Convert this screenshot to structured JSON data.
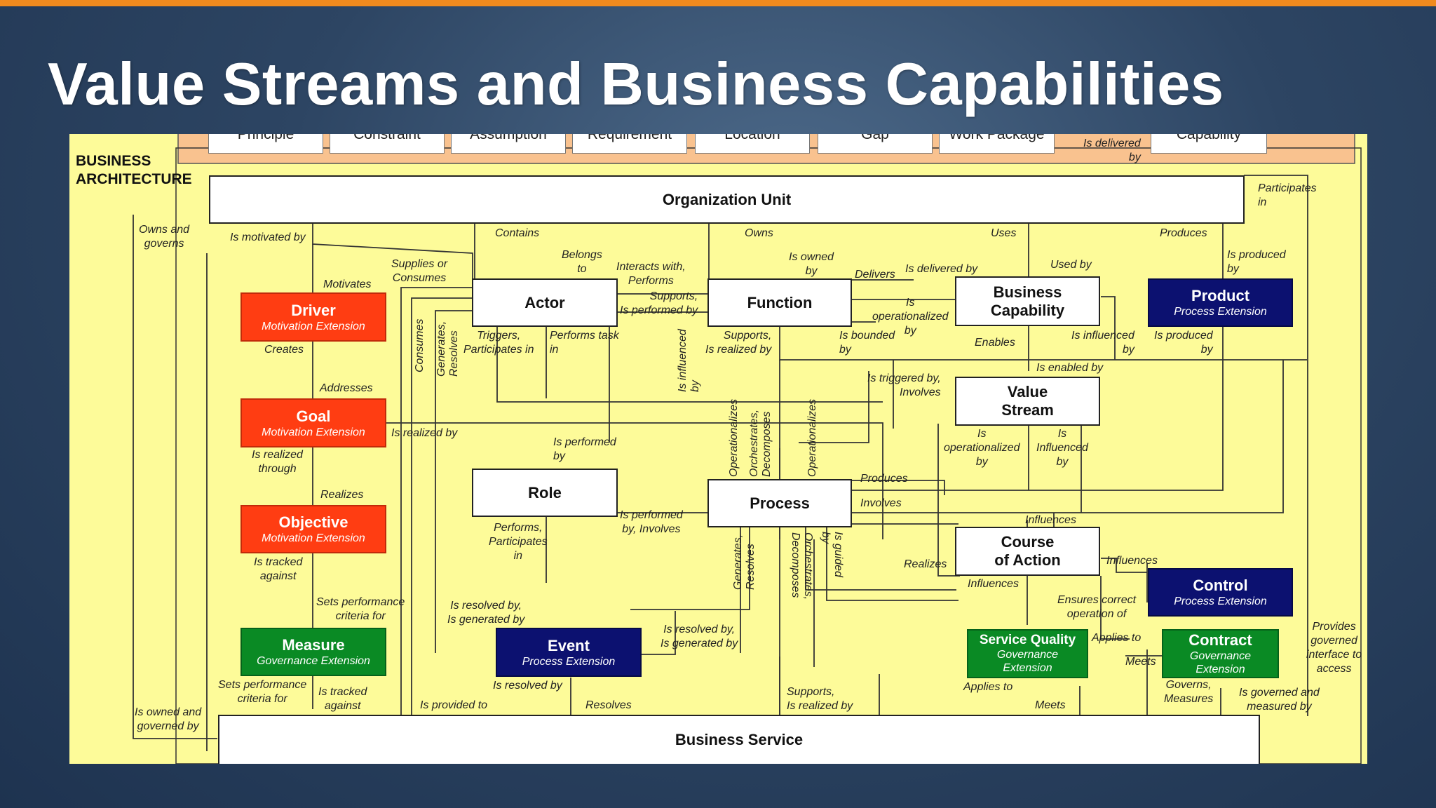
{
  "slide": {
    "title": "Value Streams and Business Capabilities",
    "accent_color": "#f08a1e",
    "title_color": "#ffffff"
  },
  "diagram": {
    "section_label": "BUSINESS\nARCHITECTURE",
    "top_row": [
      "Principle",
      "Constraint",
      "Assumption",
      "Requirement",
      "Location",
      "Gap",
      "Work Package",
      "Capability"
    ],
    "top_row_label": "Is delivered\nby",
    "boxes": {
      "org_unit": "Organization Unit",
      "business_service": "Business Service",
      "actor": "Actor",
      "function": "Function",
      "business_capability": "Business\nCapability",
      "product": {
        "name": "Product",
        "ext": "Process Extension"
      },
      "driver": {
        "name": "Driver",
        "ext": "Motivation Extension"
      },
      "goal": {
        "name": "Goal",
        "ext": "Motivation Extension"
      },
      "objective": {
        "name": "Objective",
        "ext": "Motivation Extension"
      },
      "measure": {
        "name": "Measure",
        "ext": "Governance Extension"
      },
      "role": "Role",
      "process": "Process",
      "value_stream": "Value\nStream",
      "course_of_action": "Course\nof Action",
      "event": {
        "name": "Event",
        "ext": "Process Extension"
      },
      "control": {
        "name": "Control",
        "ext": "Process Extension"
      },
      "service_quality": {
        "name": "Service Quality",
        "ext": "Governance\nExtension"
      },
      "contract": {
        "name": "Contract",
        "ext": "Governance\nExtension"
      }
    },
    "labels": {
      "participates_in": "Participates\nin",
      "owns_and_governs": "Owns and\ngoverns",
      "is_motivated_by": "Is motivated by",
      "contains": "Contains",
      "owns": "Owns",
      "uses": "Uses",
      "produces_top": "Produces",
      "belongs_to": "Belongs\nto",
      "supplies_or_consumes": "Supplies or\nConsumes",
      "interacts_with": "Interacts with,\nPerforms",
      "is_owned_by": "Is owned\nby",
      "delivers": "Delivers",
      "is_delivered_by": "Is delivered by",
      "used_by": "Used by",
      "is_produced_by_top": "Is produced\nby",
      "motivates": "Motivates",
      "supports_performed": "Supports,\nIs performed by",
      "is_operationalized_by": "Is\noperationalized\nby",
      "creates": "Creates",
      "triggers": "Triggers,\nParticipates in",
      "performs_task_in": "Performs task\nin",
      "supports_realized": "Supports,\nIs realized by",
      "is_bounded_by": "Is bounded\nby",
      "enables": "Enables",
      "is_influenced_by": "Is influenced\nby",
      "is_produced_by": "Is produced\nby",
      "is_enabled_by": "Is enabled by",
      "addresses": "Addresses",
      "is_triggered_by": "Is triggered by,\nInvolves",
      "is_realized_by": "Is realized by",
      "is_realized_through": "Is realized\nthrough",
      "is_performed_by": "Is performed\nby",
      "is_operationalized_by_vs": "Is\noperationalized\nby",
      "is_influenced_by_vs": "Is\nInfluenced\nby",
      "realizes": "Realizes",
      "produces": "Produces",
      "involves": "Involves",
      "is_performed_involves": "Is performed\nby, Involves",
      "influences_top": "Influences",
      "performs_participates": "Performs,\nParticipates\nin",
      "is_tracked_against": "Is tracked\nagainst",
      "realizes_coa": "Realizes",
      "influences_right": "Influences",
      "influences_coa": "Influences",
      "ensures_correct": "Ensures correct\noperation of",
      "sets_perf_criteria": "Sets performance\ncriteria for",
      "is_resolved_generated": "Is resolved by,\nIs generated by",
      "is_resolved_generated_2": "Is resolved by,\nIs generated by",
      "applies_to": "Applies to",
      "meets": "Meets",
      "provides_governed": "Provides\ngoverned\ninterface to\naccess",
      "sets_perf_criteria_2": "Sets performance\ncriteria for",
      "is_tracked_against_2": "Is tracked\nagainst",
      "is_resolved_by": "Is resolved by",
      "supports_realized_2": "Supports,\nIs realized by",
      "applies_to_2": "Applies to",
      "governs_measures": "Governs,\nMeasures",
      "is_governed_measured": "Is governed and\nmeasured by",
      "is_owned_governed": "Is owned and\ngoverned by",
      "is_provided_to": "Is provided to",
      "resolves": "Resolves",
      "meets_2": "Meets",
      "consumes": "Consumes",
      "generates_resolves": "Generates,\nResolves",
      "is_influenced_vert": "Is influenced\nby",
      "operationalizes": "Operationalizes",
      "orchestrates_decomposes": "Orchestrates,\nDecomposes",
      "operationalizes_2": "Operationalizes",
      "generates_resolves_2": "Generates,\nResolves",
      "orchestrates_decomposes_2": "Orchestrates,\nDecomposes",
      "is_guided_by": "Is guided\nby"
    }
  }
}
